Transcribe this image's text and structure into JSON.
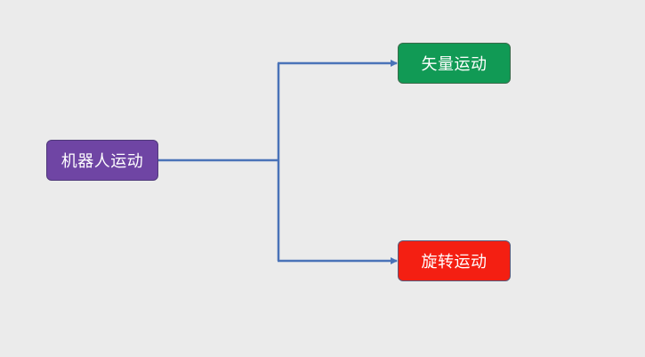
{
  "nodes": {
    "root": {
      "label": "机器人运动",
      "color": "#6f45a4"
    },
    "vector_motion": {
      "label": "矢量运动",
      "color": "#119a55"
    },
    "rotation_motion": {
      "label": "旋转运动",
      "color": "#f41f12"
    }
  },
  "connectors": {
    "color": "#4a73b8"
  },
  "background": "#ebebeb"
}
